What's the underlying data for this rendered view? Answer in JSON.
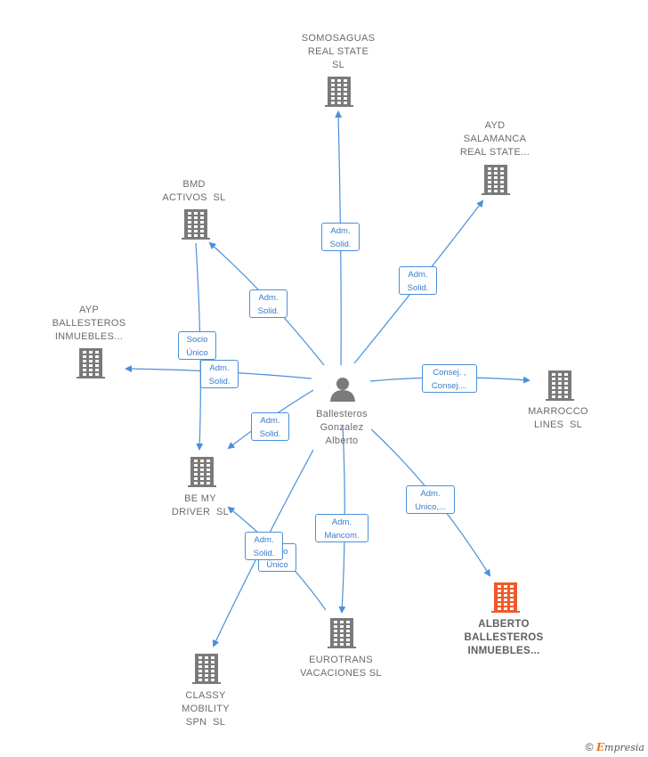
{
  "colors": {
    "edge": "#4a90d9",
    "node": "#7a7a7a",
    "node_highlight": "#f05a28"
  },
  "center": {
    "label": "Ballesteros\nGonzalez\nAlberto",
    "icon": "person-icon"
  },
  "companies": [
    {
      "id": "somosaguas",
      "label": "SOMOSAGUAS\nREAL STATE\nSL",
      "icon": "building-icon",
      "highlight": false
    },
    {
      "id": "ayd",
      "label": "AYD\nSALAMANCA\nREAL STATE...",
      "icon": "building-icon",
      "highlight": false
    },
    {
      "id": "bmd",
      "label": "BMD\nACTIVOS  SL",
      "icon": "building-icon",
      "highlight": false
    },
    {
      "id": "ayp",
      "label": "AYP\nBALLESTEROS\nINMUEBLES...",
      "icon": "building-icon",
      "highlight": false
    },
    {
      "id": "marrocco",
      "label": "MARROCCO\nLINES  SL",
      "icon": "building-icon",
      "highlight": false
    },
    {
      "id": "bemydriver",
      "label": "BE MY\nDRIVER  SL",
      "icon": "building-icon",
      "highlight": false
    },
    {
      "id": "alberto",
      "label": "ALBERTO\nBALLESTEROS\nINMUEBLES...",
      "icon": "building-icon",
      "highlight": true
    },
    {
      "id": "eurotrans",
      "label": "EUROTRANS\nVACACIONES SL",
      "icon": "building-icon",
      "highlight": false
    },
    {
      "id": "classy",
      "label": "CLASSY\nMOBILITY\nSPN  SL",
      "icon": "building-icon",
      "highlight": false
    }
  ],
  "edges": [
    {
      "from": "center",
      "to": "somosaguas",
      "label": "Adm.\nSolid."
    },
    {
      "from": "center",
      "to": "ayd",
      "label": "Adm.\nSolid."
    },
    {
      "from": "center",
      "to": "bmd",
      "label": "Adm.\nSolid."
    },
    {
      "from": "center",
      "to": "ayp",
      "label": "Adm.\nSolid."
    },
    {
      "from": "center",
      "to": "marrocco",
      "label": "Consej. ,\nConsej...."
    },
    {
      "from": "center",
      "to": "bemydriver",
      "label": "Adm.\nSolid."
    },
    {
      "from": "bmd",
      "to": "bemydriver",
      "label": "Socio\nÚnico"
    },
    {
      "from": "center",
      "to": "alberto",
      "label": "Adm.\nUnico,..."
    },
    {
      "from": "center",
      "to": "eurotrans",
      "label": "Adm.\nMancom."
    },
    {
      "from": "eurotrans",
      "to": "bemydriver",
      "label": "Socio\nÚnico"
    },
    {
      "from": "center",
      "to": "classy",
      "label": "Adm.\nSolid."
    }
  ],
  "footer": {
    "symbol": "©",
    "brand_first": "E",
    "brand_rest": "mpresia"
  }
}
